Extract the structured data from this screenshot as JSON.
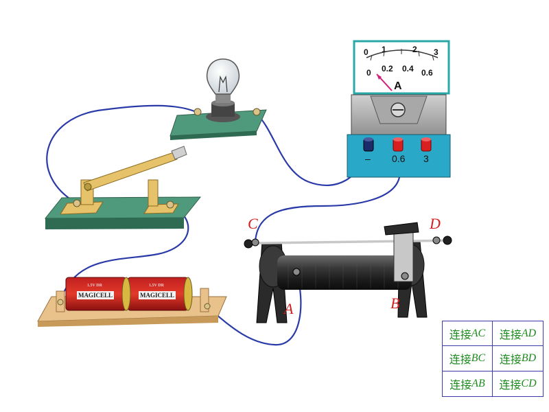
{
  "ammeter": {
    "scale_top": [
      "0",
      "1",
      "2",
      "3"
    ],
    "scale_bottom": [
      "0",
      "0.2",
      "0.4",
      "0.6"
    ],
    "unit": "A",
    "terminals": [
      "–",
      "0.6",
      "3"
    ]
  },
  "battery": {
    "brand": "MAGICELL",
    "small_text": "1.5V DR"
  },
  "rheostat_labels": {
    "A": "A",
    "B": "B",
    "C": "C",
    "D": "D"
  },
  "options": [
    {
      "prefix": "连接",
      "ends": "AC"
    },
    {
      "prefix": "连接",
      "ends": "AD"
    },
    {
      "prefix": "连接",
      "ends": "BC"
    },
    {
      "prefix": "连接",
      "ends": "BD"
    },
    {
      "prefix": "连接",
      "ends": "AB"
    },
    {
      "prefix": "连接",
      "ends": "CD"
    }
  ],
  "colors": {
    "wire": "#2a3aa8",
    "board": "#4f9a7c",
    "label": "#d32020",
    "option_text": "#1d8a1d"
  }
}
